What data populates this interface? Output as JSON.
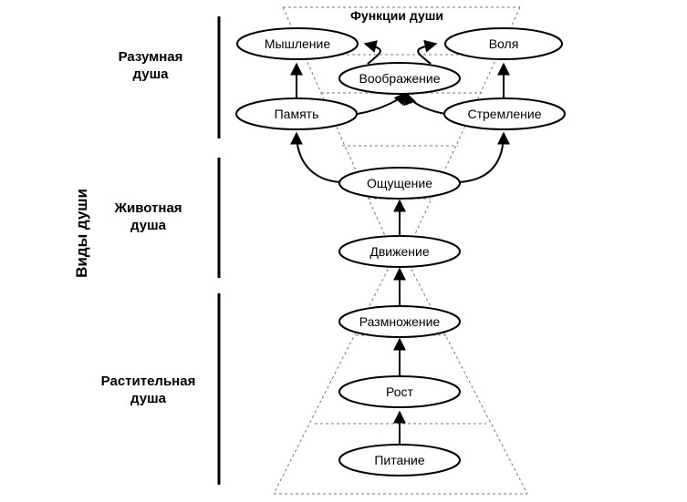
{
  "side_title": "Виды души",
  "functions_title": "Функции души",
  "souls": {
    "rational": [
      "Разумная",
      "душа"
    ],
    "animal": [
      "Животная",
      "душа"
    ],
    "vegetative": [
      "Растительная",
      "душа"
    ]
  },
  "nodes": {
    "thinking": "Мышление",
    "will": "Воля",
    "imagination": "Воображение",
    "memory": "Память",
    "striving": "Стремление",
    "sensation": "Ощущение",
    "motion": "Движение",
    "reproduction": "Размножение",
    "growth": "Рост",
    "nutrition": "Питание"
  }
}
